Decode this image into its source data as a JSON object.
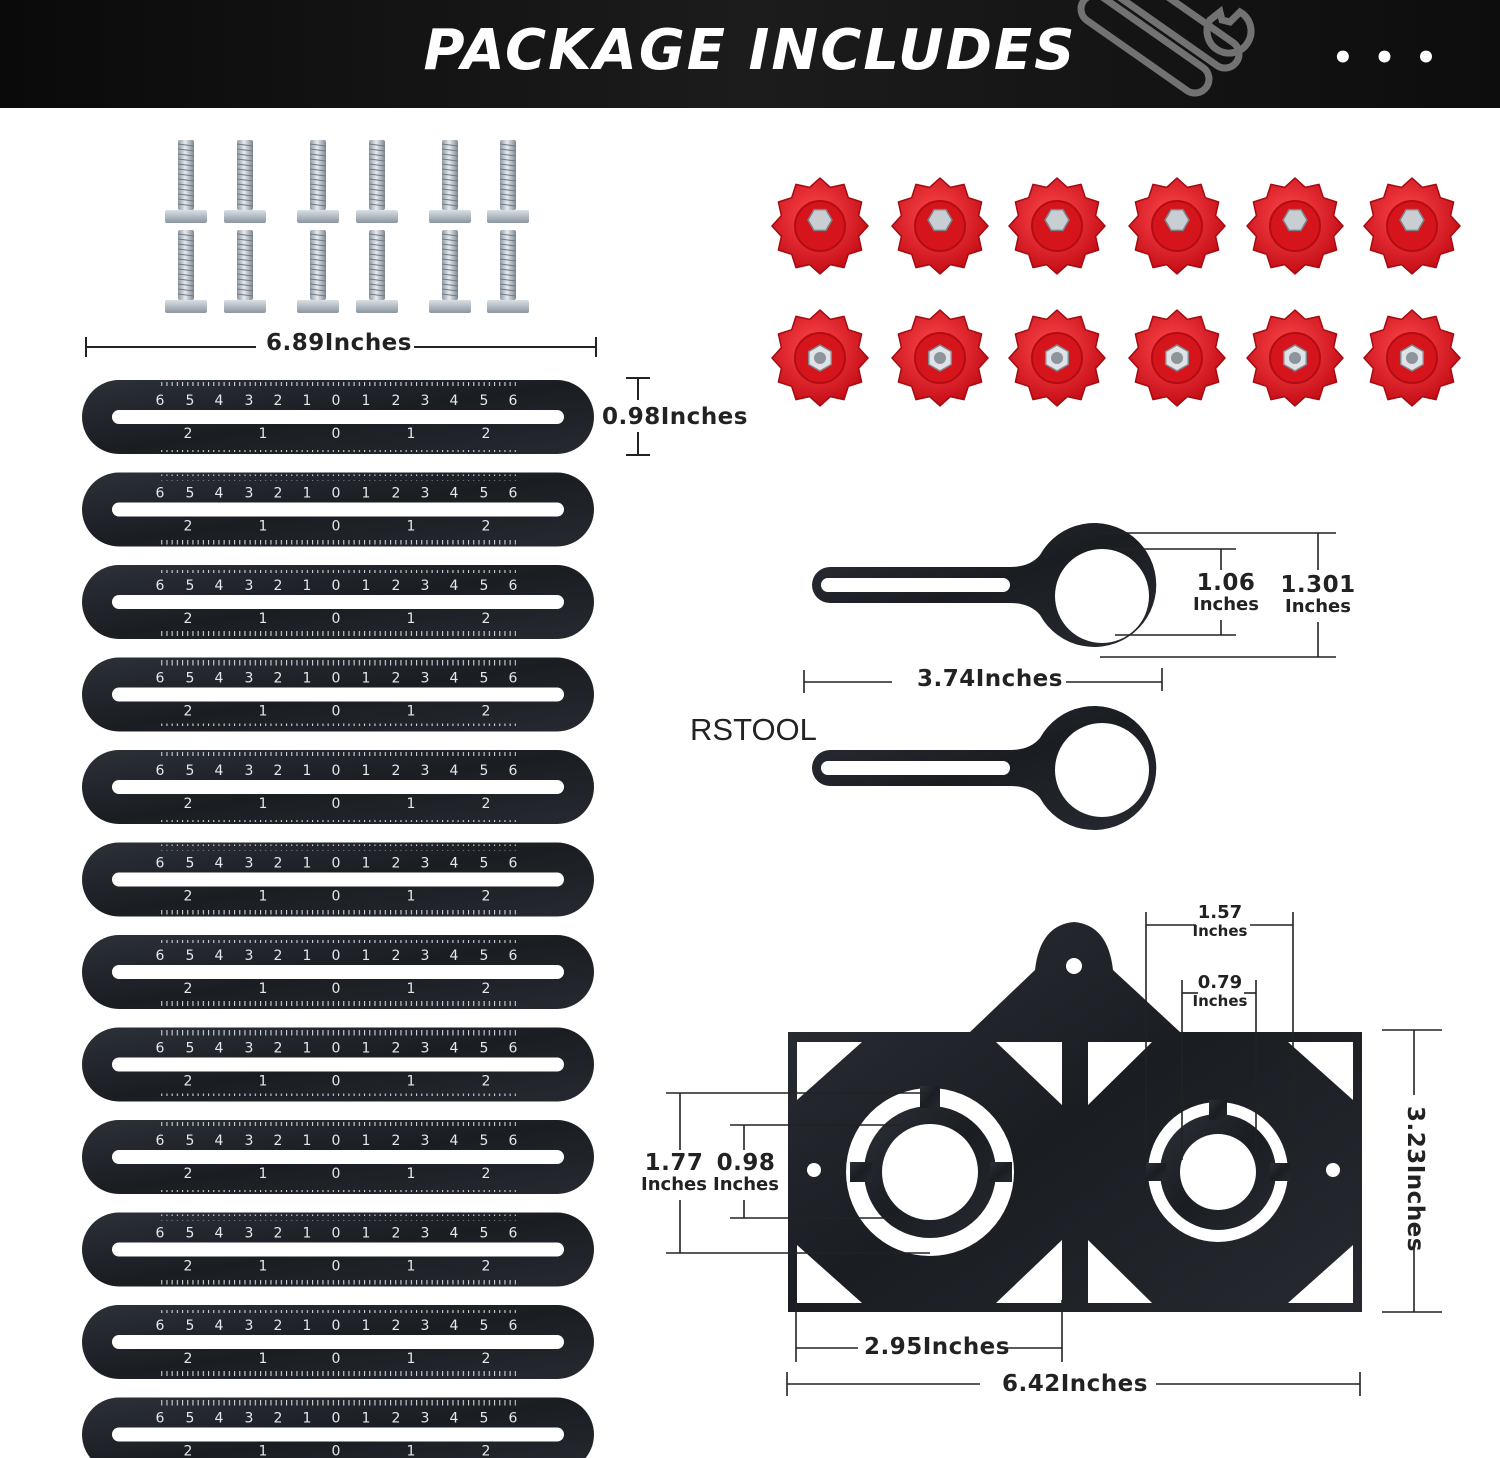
{
  "header": {
    "title": "PACKAGE INCLUDES",
    "more": "• • •"
  },
  "brand": "RSTOOL",
  "ruler": {
    "top_scale": [
      "6",
      "5",
      "4",
      "3",
      "2",
      "1",
      "0",
      "1",
      "2",
      "3",
      "4",
      "5",
      "6"
    ],
    "bottom_scale": [
      "2",
      "1",
      "0",
      "1",
      "2"
    ],
    "count": 12
  },
  "dimensions": {
    "ruler_length": "6.89Inches",
    "ruler_width": "0.98Inches",
    "wrench_inner": {
      "value": "1.06",
      "unit": "Inches"
    },
    "wrench_outer": {
      "value": "1.301",
      "unit": "Inches"
    },
    "wrench_length": "3.74Inches",
    "jig_hole_large": {
      "value": "1.57",
      "unit": "Inches"
    },
    "jig_hole_small": {
      "value": "0.79",
      "unit": "Inches"
    },
    "jig_height": "3.23Inches",
    "jig_outer_dia": {
      "value": "1.77",
      "unit": "Inches"
    },
    "jig_inner_dia": {
      "value": "0.98",
      "unit": "Inches"
    },
    "jig_half_width": "2.95Inches",
    "jig_width": "6.42Inches"
  },
  "parts": {
    "bolts": 12,
    "knobs": 12,
    "rulers": 12,
    "wrenches": 2,
    "jig_plates": 1
  },
  "colors": {
    "knob": "#e0161e",
    "metal": "#1c1f24",
    "bolt": "#b9c3cc",
    "header": "#111111"
  }
}
